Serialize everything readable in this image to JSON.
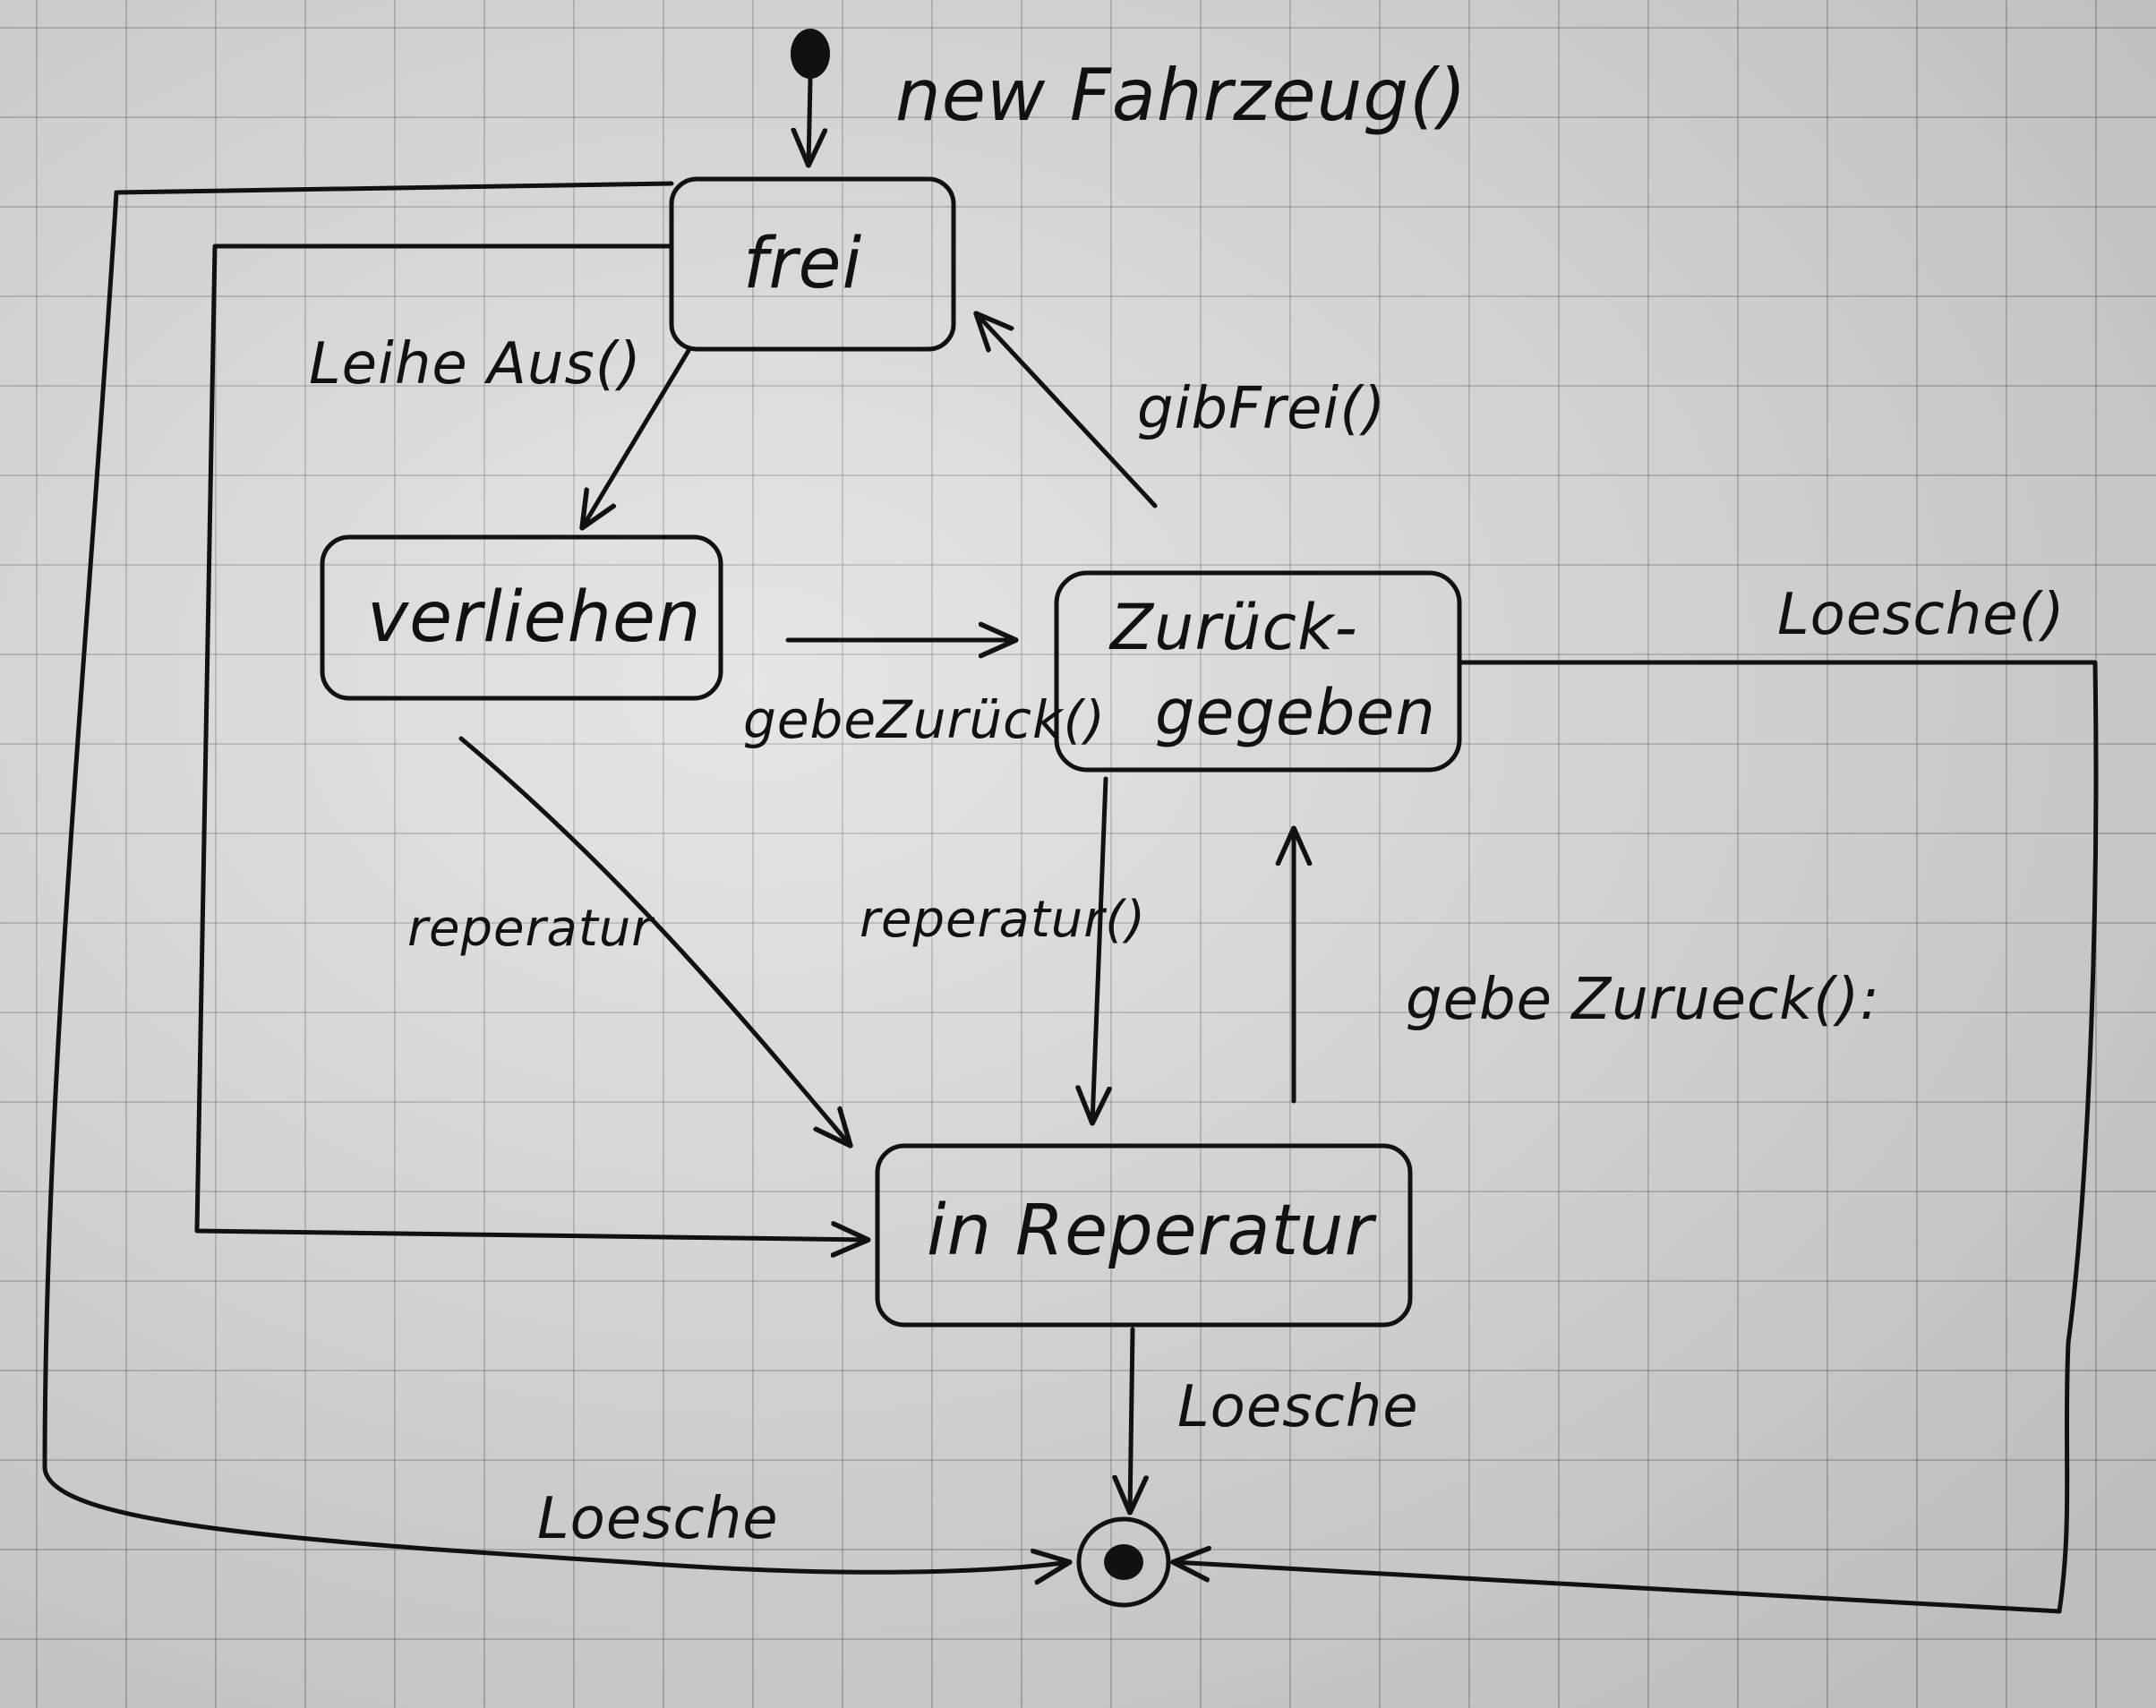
{
  "diagram": {
    "initial_call": "new Fahrzeug()",
    "states": {
      "frei": "frei",
      "verliehen": "verliehen",
      "zurueck_line1": "Zurück-",
      "zurueck_line2": "gegeben",
      "reparatur": "in Reperatur"
    },
    "transitions": {
      "leihe_aus": "Leihe Aus()",
      "gib_frei": "gibFrei()",
      "gebe_zurueck_short": "gebeZurück()",
      "reparatur_from_verliehen": "reperatur",
      "reparatur_from_zurueck": "reperatur()",
      "gebe_zurueck_from_reparatur": "gebe Zurueck():",
      "loesche_right": "Loesche()",
      "loesche_bottom": "Loesche",
      "loesche_left": "Loesche"
    }
  }
}
